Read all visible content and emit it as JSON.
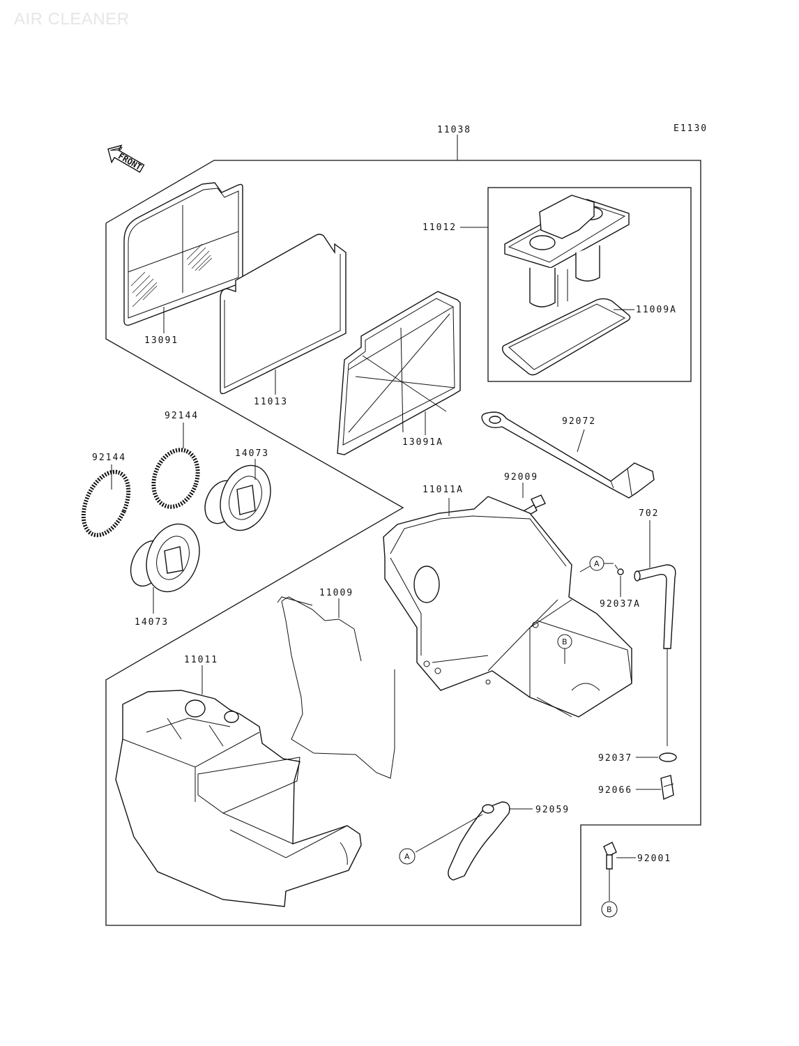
{
  "title": "AIR CLEANER",
  "diagram_code": "E1130",
  "front_label": "FRONT",
  "parts": {
    "p11038": "11038",
    "p11012": "11012",
    "p11009a": "11009A",
    "p13091": "13091",
    "p11013": "11013",
    "p13091a": "13091A",
    "p92072": "92072",
    "p92144a": "92144",
    "p92144b": "92144",
    "p14073a": "14073",
    "p14073b": "14073",
    "p92009": "92009",
    "p11011a": "11011A",
    "p702": "702",
    "p92037a": "92037A",
    "p11009": "11009",
    "p11011": "11011",
    "p92037": "92037",
    "p92066": "92066",
    "p92059": "92059",
    "p92001": "92001"
  },
  "callouts": {
    "a1": "A",
    "b1": "B",
    "a2": "A",
    "b2": "B"
  }
}
